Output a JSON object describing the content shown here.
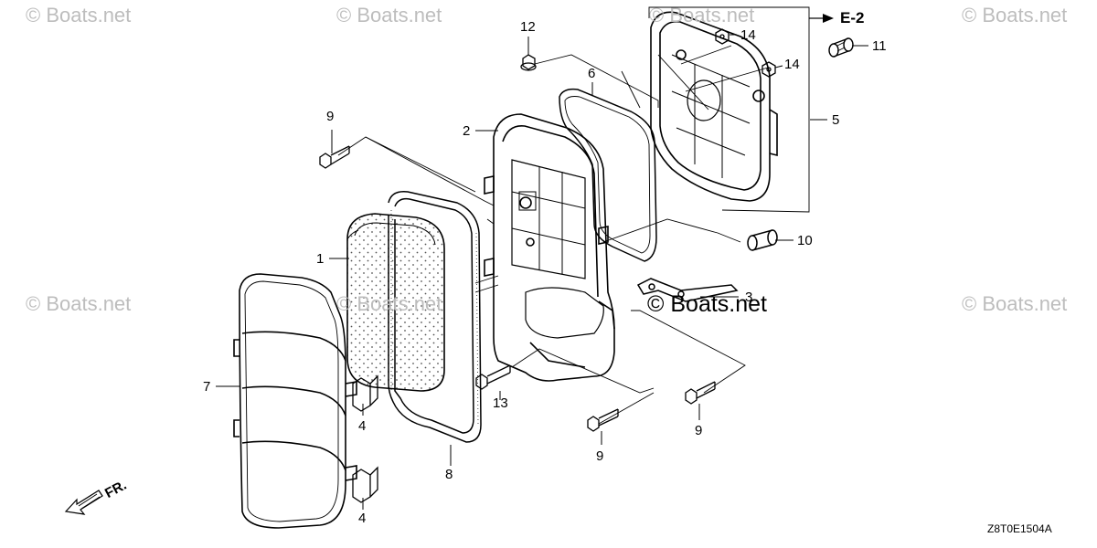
{
  "watermark": "© Boats.net",
  "reference_label": "E-2",
  "direction_label": "FR.",
  "diagram_code": "Z8T0E1504A",
  "callouts": {
    "c1": "1",
    "c2": "2",
    "c3": "3",
    "c4a": "4",
    "c4b": "4",
    "c5": "5",
    "c6": "6",
    "c7": "7",
    "c8": "8",
    "c9a": "9",
    "c9b": "9",
    "c9c": "9",
    "c10": "10",
    "c11": "11",
    "c12": "12",
    "c13": "13",
    "c14a": "14",
    "c14b": "14"
  }
}
